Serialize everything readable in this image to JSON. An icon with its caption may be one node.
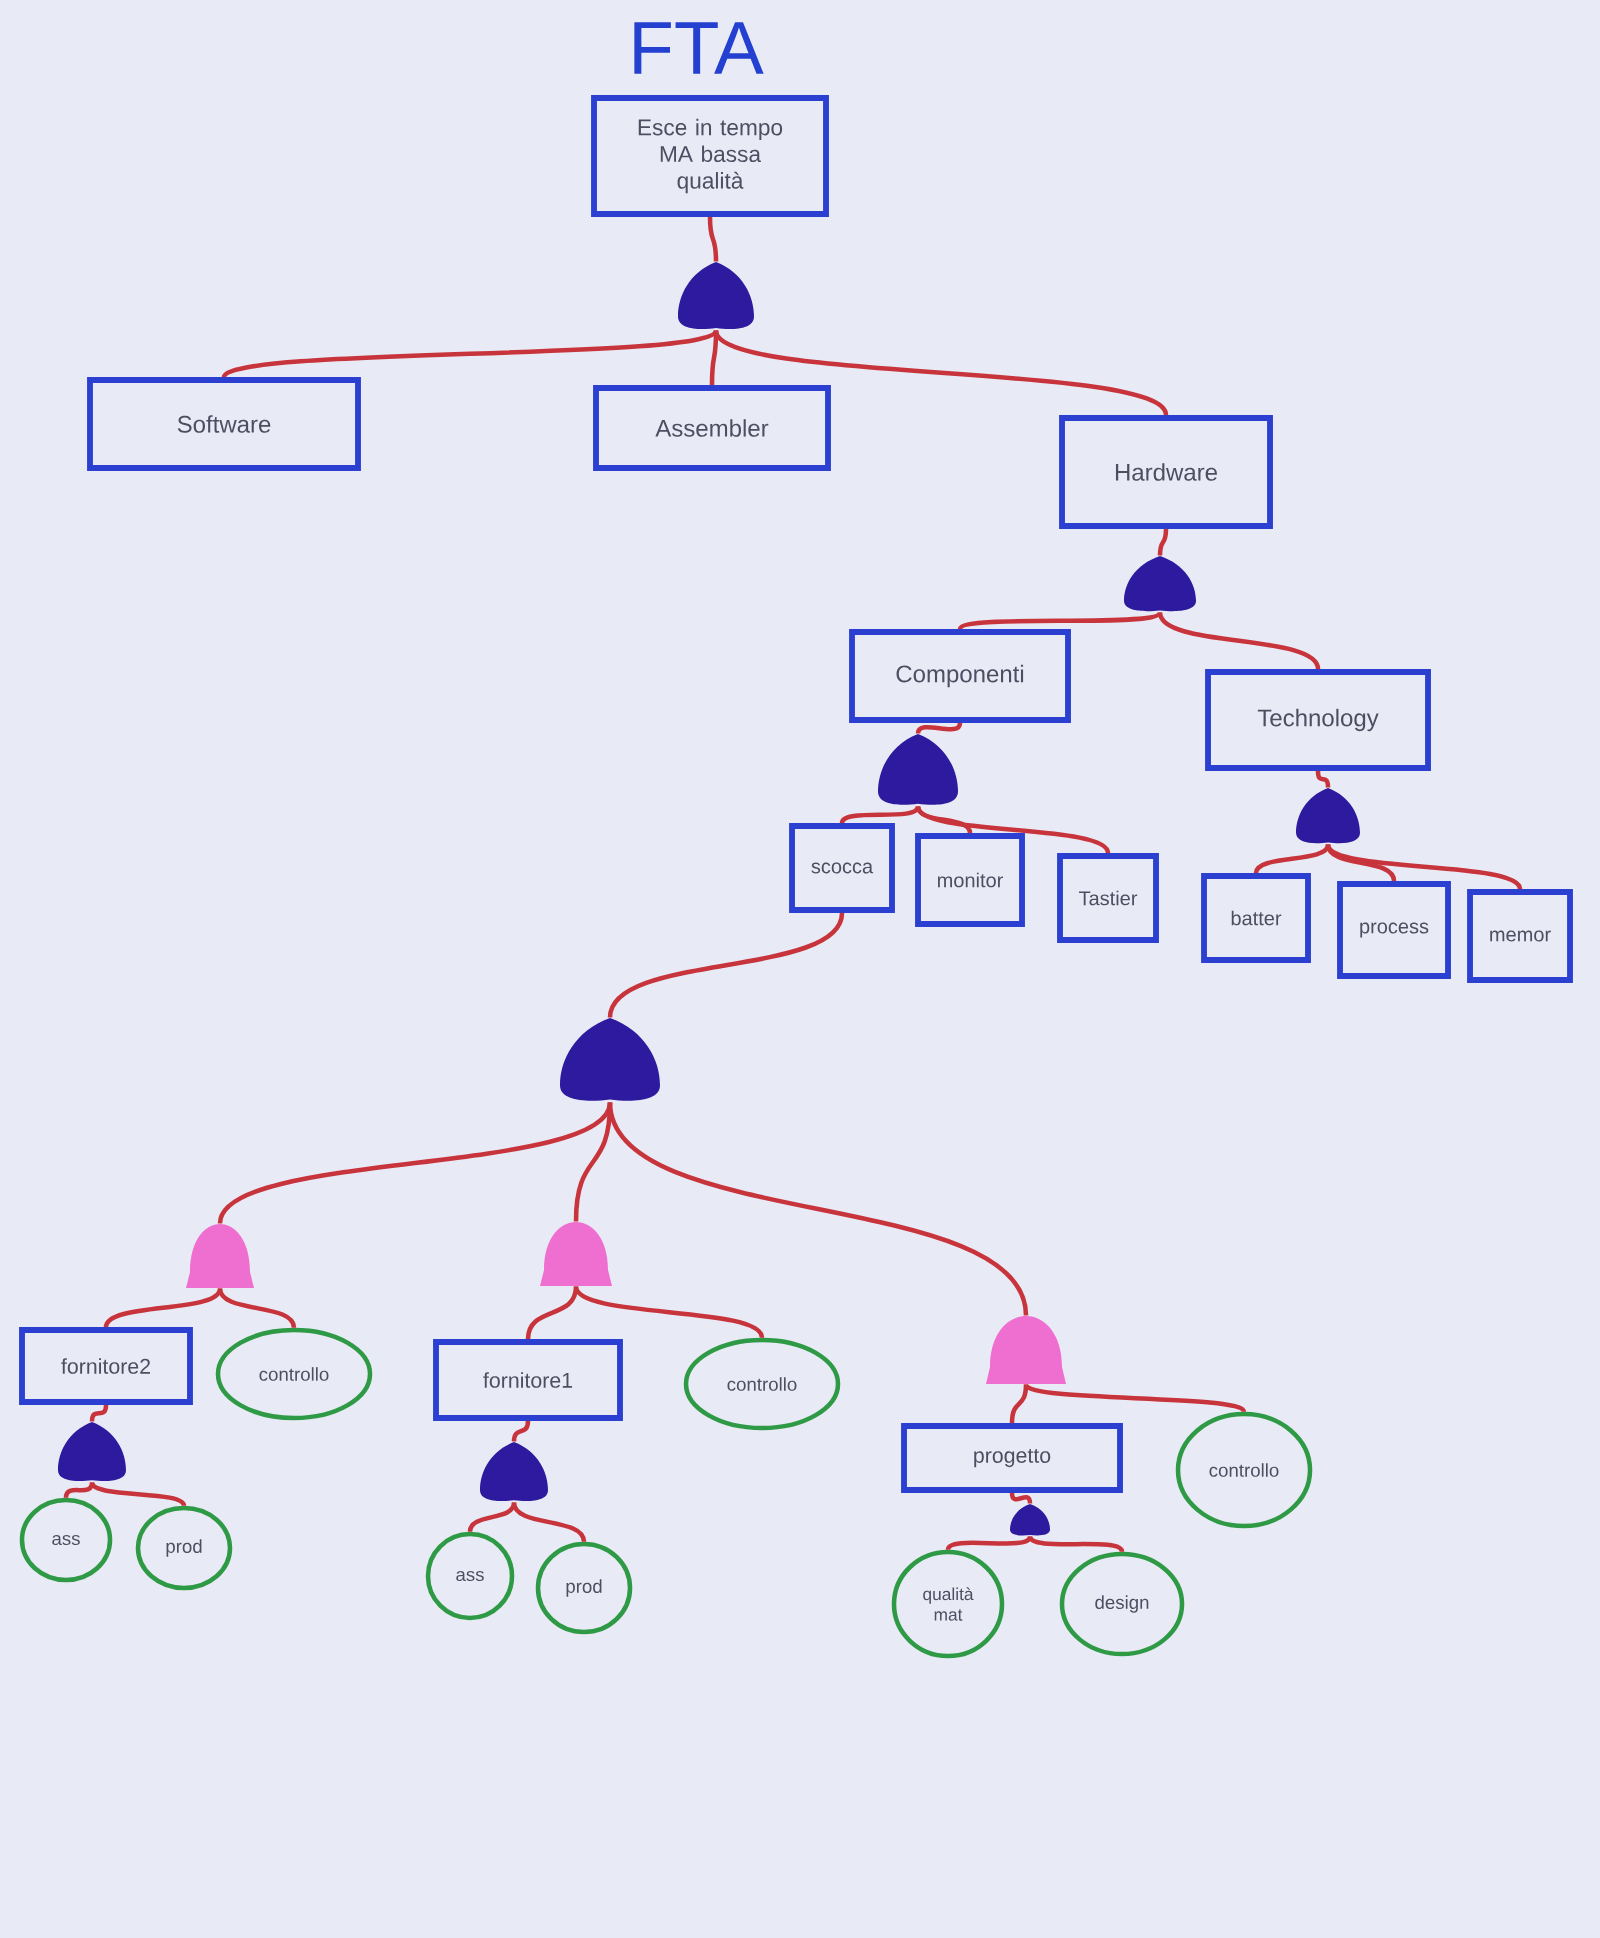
{
  "diagram": {
    "title": "FTA",
    "nodes": [
      {
        "text": [
          "Esce in tempo MA bassa qualità"
        ]
      },
      {
        "text": [],
        "shape": "triangle"
      },
      {
        "text": [
          "Software"
        ]
      },
      {
        "text": [
          "Assembler"
        ]
      },
      {
        "text": [
          "Hardware"
        ]
      },
      {
        "text": [],
        "shape": "triangle"
      },
      {
        "text": [
          "Componenti"
        ]
      },
      {
        "text": [
          "Technology"
        ]
      },
      {
        "text": [],
        "shape": "triangle"
      },
      {
        "text": [],
        "shape": "triangle"
      },
      {
        "text": [
          "scocca"
        ]
      },
      {
        "text": [
          "monitor"
        ]
      },
      {
        "text": [
          "Tastier"
        ]
      },
      {
        "text": [
          "batter"
        ]
      },
      {
        "text": [
          "process"
        ]
      },
      {
        "text": [
          "memor"
        ]
      },
      {
        "text": [],
        "shape": "triangle"
      },
      {
        "text": [],
        "shape": "dome"
      },
      {
        "text": [],
        "shape": "dome"
      },
      {
        "text": [],
        "shape": "dome"
      },
      {
        "text": [
          "fornitore2"
        ]
      },
      {
        "text": [
          "controllo"
        ]
      },
      {
        "text": [
          "fornitore1"
        ]
      },
      {
        "text": [
          "controllo"
        ]
      },
      {
        "text": [],
        "shape": "triangle"
      },
      {
        "text": [
          "progetto"
        ]
      },
      {
        "text": [
          "controllo"
        ]
      },
      {
        "text": [],
        "shape": "triangle"
      },
      {
        "text": [],
        "shape": "triangle"
      },
      {
        "text": [
          "ass"
        ]
      },
      {
        "text": [
          "prod"
        ]
      },
      {
        "text": [
          "ass"
        ]
      },
      {
        "text": [
          "prod"
        ]
      },
      {
        "text": [
          "qualità mat"
        ]
      },
      {
        "text": [
          "design"
        ]
      }
    ],
    "edges": [
      {
        "from": 0,
        "to": 1,
        "arrow": "none"
      },
      {
        "from": 1,
        "to": 2,
        "arrow": "none"
      },
      {
        "from": 1,
        "to": 3,
        "arrow": "none"
      },
      {
        "from": 1,
        "to": 4,
        "arrow": "none"
      },
      {
        "from": 4,
        "to": 5,
        "arrow": "none"
      },
      {
        "from": 5,
        "to": 6,
        "arrow": "none"
      },
      {
        "from": 5,
        "to": 7,
        "arrow": "none"
      },
      {
        "from": 6,
        "to": 8,
        "arrow": "none"
      },
      {
        "from": 7,
        "to": 9,
        "arrow": "none"
      },
      {
        "from": 8,
        "to": 10,
        "arrow": "none"
      },
      {
        "from": 8,
        "to": 11,
        "arrow": "none"
      },
      {
        "from": 8,
        "to": 12,
        "arrow": "none"
      },
      {
        "from": 9,
        "to": 13,
        "arrow": "none"
      },
      {
        "from": 9,
        "to": 14,
        "arrow": "none"
      },
      {
        "from": 9,
        "to": 15,
        "arrow": "none"
      },
      {
        "from": 10,
        "to": 16,
        "arrow": "none"
      },
      {
        "from": 16,
        "to": 17,
        "arrow": "none"
      },
      {
        "from": 16,
        "to": 18,
        "arrow": "none"
      },
      {
        "from": 16,
        "to": 19,
        "arrow": "none"
      },
      {
        "from": 17,
        "to": 20,
        "arrow": "none"
      },
      {
        "from": 17,
        "to": 21,
        "arrow": "none"
      },
      {
        "from": 18,
        "to": 22,
        "arrow": "none"
      },
      {
        "from": 18,
        "to": 23,
        "arrow": "none"
      },
      {
        "from": 19,
        "to": 25,
        "arrow": "none"
      },
      {
        "from": 19,
        "to": 26,
        "arrow": "none"
      },
      {
        "from": 20,
        "to": 24,
        "arrow": "none"
      },
      {
        "from": 22,
        "to": 27,
        "arrow": "none"
      },
      {
        "from": 25,
        "to": 28,
        "arrow": "none"
      },
      {
        "from": 24,
        "to": 29,
        "arrow": "none"
      },
      {
        "from": 24,
        "to": 30,
        "arrow": "none"
      },
      {
        "from": 27,
        "to": 31,
        "arrow": "none"
      },
      {
        "from": 27,
        "to": 32,
        "arrow": "none"
      },
      {
        "from": 28,
        "to": 33,
        "arrow": "none"
      },
      {
        "from": 28,
        "to": 34,
        "arrow": "none"
      }
    ]
  }
}
